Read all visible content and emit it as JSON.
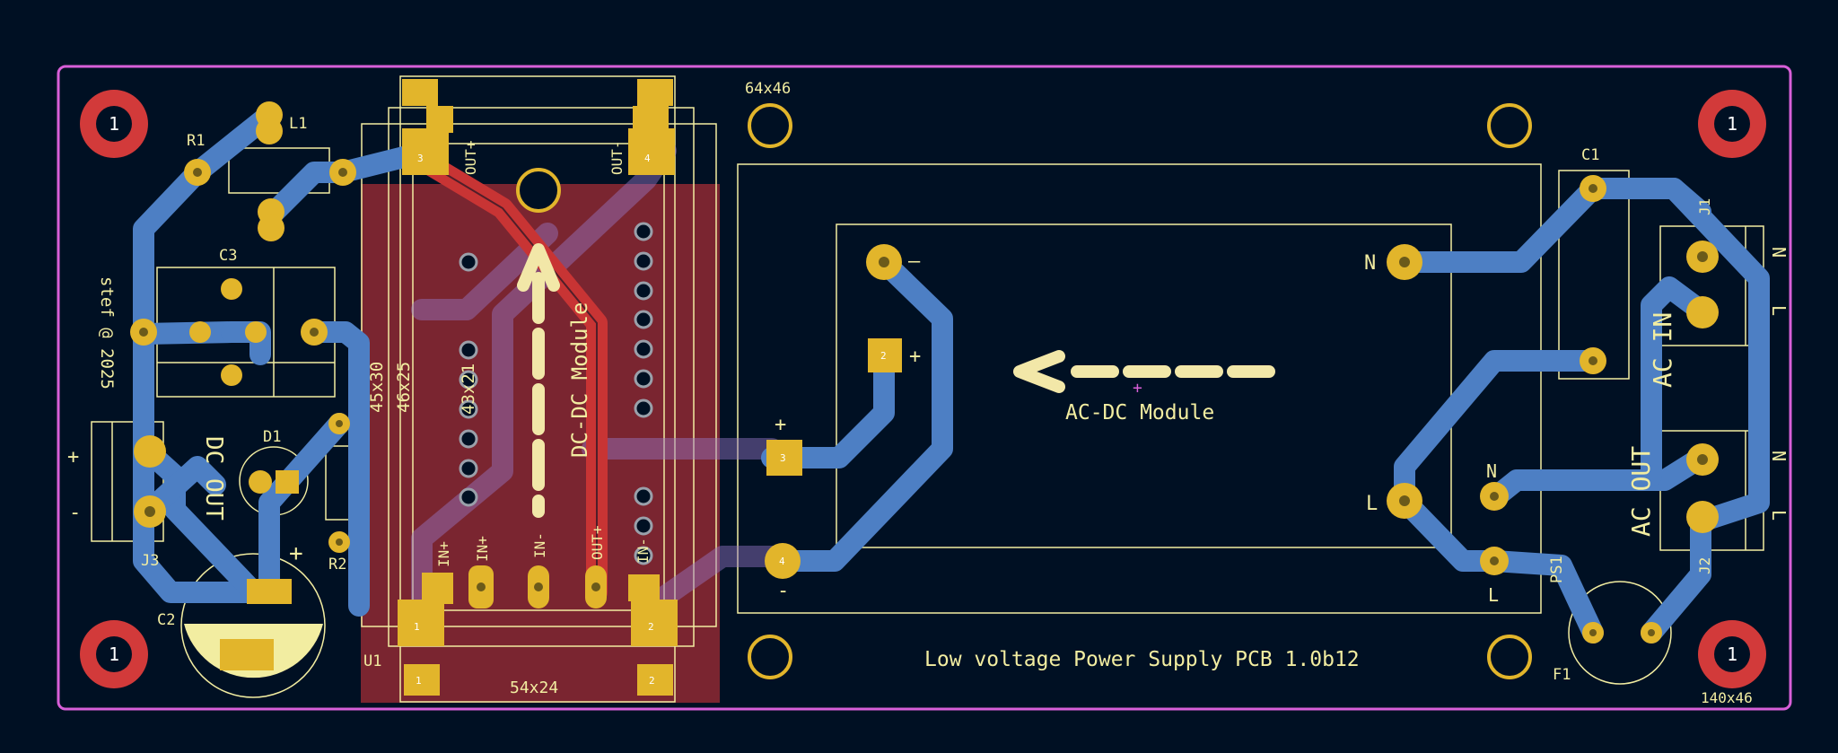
{
  "board": {
    "title": "Low voltage Power Supply PCB 1.0b12",
    "author": "stef @ 2025",
    "board_size_label": "140x46",
    "colors": {
      "background": "#001023",
      "edge_cuts": "#d85fd8",
      "silkscreen": "#f2eda1",
      "copper_bottom": "#4d7fc4",
      "copper_top": "#c83434",
      "pad": "#e2b52b",
      "mount_ring": "#d23a3a"
    }
  },
  "modules": {
    "dcdc_label": "DC-DC Module",
    "acdc_label": "AC-DC Module",
    "size_64x46": "64x46",
    "size_54x24": "54x24",
    "size_45x30": "45x30",
    "size_46x25": "46x25",
    "size_43x21": "43x21"
  },
  "references": {
    "r1": "R1",
    "r2": "R2",
    "l1": "L1",
    "c1": "C1",
    "c2": "C2",
    "c3": "C3",
    "d1": "D1",
    "j1": "J1",
    "j2": "J2",
    "j3": "J3",
    "u1": "U1",
    "f1": "F1",
    "ps1": "PS1"
  },
  "connector_labels": {
    "dc_out": "DC OUT",
    "ac_in": "AC IN",
    "ac_out": "AC OUT",
    "plus": "+",
    "minus": "-",
    "minus_dash": "–",
    "n": "N",
    "l": "L",
    "out_plus": "OUT+",
    "out_minus": "OUT-",
    "in_plus": "IN+",
    "in_minus": "IN-"
  },
  "mounting_holes": {
    "label": "1"
  },
  "pad_numbers": {
    "p1": "1",
    "p2": "2",
    "p3": "3",
    "p4": "4"
  }
}
